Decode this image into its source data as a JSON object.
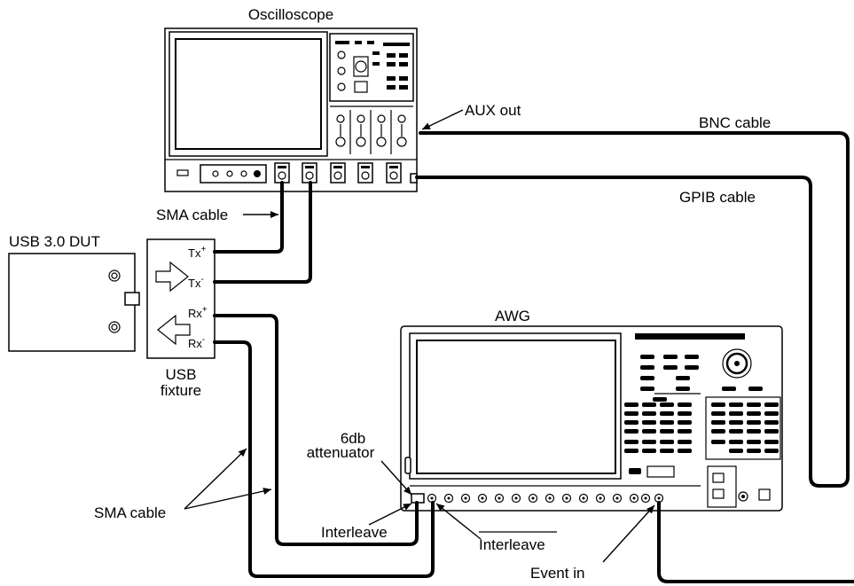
{
  "devices": {
    "oscilloscope": "Oscilloscope",
    "dut": "USB 3.0 DUT",
    "fixture_line1": "USB",
    "fixture_line2": "fixture",
    "awg": "AWG"
  },
  "fixture_ports": {
    "tx_plus": "Tx",
    "tx_minus": "Tx",
    "rx_plus": "Rx",
    "rx_minus": "Rx",
    "plus": "+",
    "minus": "-"
  },
  "callouts": {
    "aux_out": "AUX out",
    "bnc_cable": "BNC cable",
    "gpib_cable": "GPIB cable",
    "sma_cable_top": "SMA cable",
    "sma_cable_bottom": "SMA cable",
    "attenuator_line1": "6db",
    "attenuator_line2": "attenuator",
    "interleave": "Interleave",
    "interleave_bar": "Interleave",
    "event_in": "Event in"
  }
}
